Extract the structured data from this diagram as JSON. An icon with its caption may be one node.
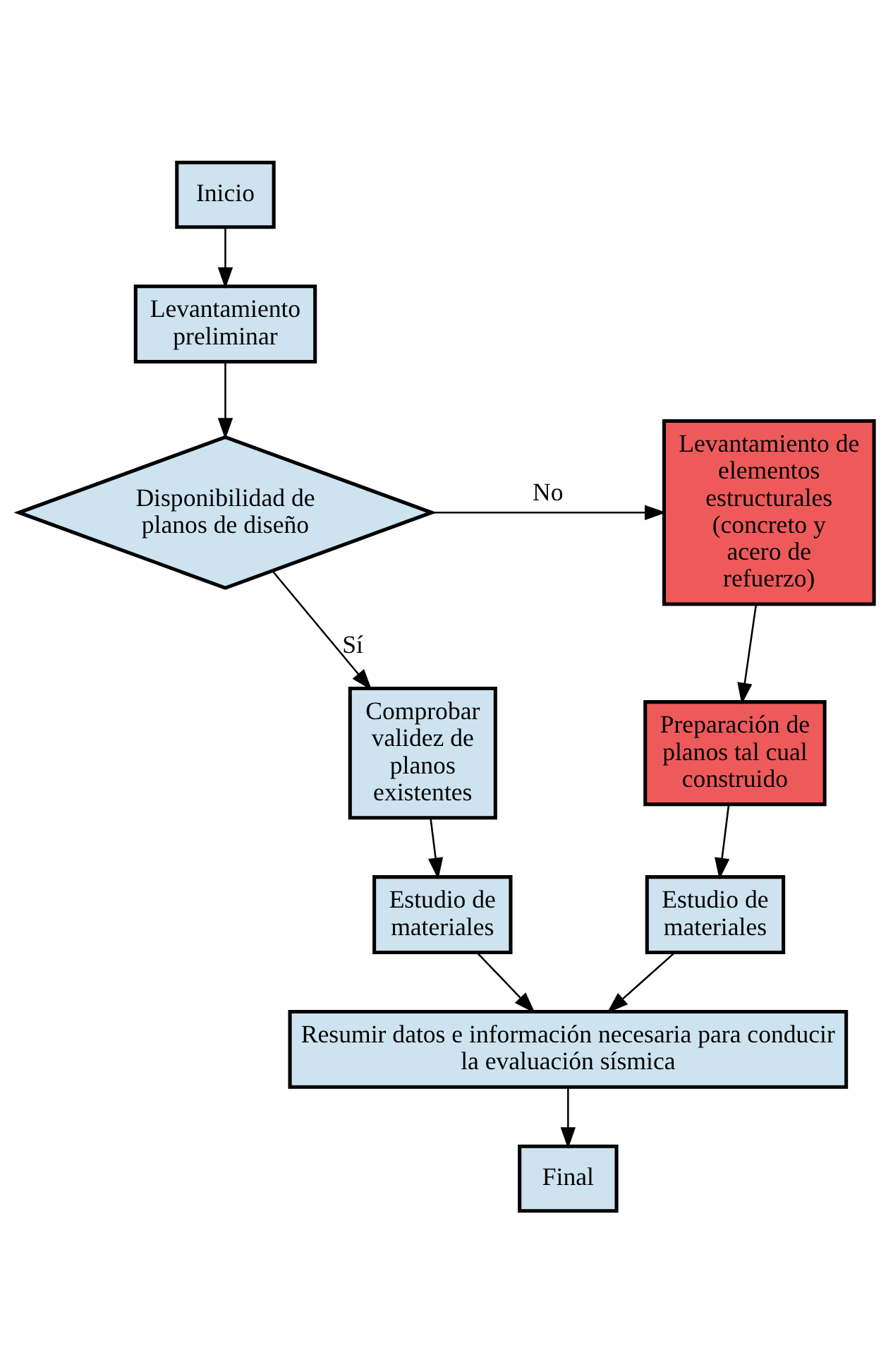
{
  "diagram": {
    "nodes": [
      {
        "text": [
          "Inicio"
        ]
      },
      {
        "text": [
          "Levantamiento preliminar"
        ]
      },
      {
        "text": [
          "Disponibilidad de planos de diseño"
        ]
      },
      {
        "text": [
          "Levantamiento de elementos estructurales (concreto y acero de refuerzo)"
        ]
      },
      {
        "text": [
          "Comprobar validez de planos existentes"
        ]
      },
      {
        "text": [
          "Preparación de planos tal cual construido"
        ]
      },
      {
        "text": [
          "Estudio de materiales"
        ]
      },
      {
        "text": [
          "Estudio de materiales"
        ]
      },
      {
        "text": [
          "Resumir datos e información necesaria para conducir la evaluación sísmica"
        ]
      },
      {
        "text": [
          "Final"
        ]
      }
    ],
    "edges": [
      {
        "from": 0,
        "to": 1,
        "arrow": "to"
      },
      {
        "from": 1,
        "to": 2,
        "arrow": "to"
      },
      {
        "from": 2,
        "to": 3,
        "arrow": "to",
        "label": "No"
      },
      {
        "from": 2,
        "to": 4,
        "arrow": "to",
        "label": "Sí"
      },
      {
        "from": 3,
        "to": 5,
        "arrow": "to"
      },
      {
        "from": 4,
        "to": 6,
        "arrow": "to"
      },
      {
        "from": 5,
        "to": 7,
        "arrow": "to"
      },
      {
        "from": 6,
        "to": 8,
        "arrow": "to"
      },
      {
        "from": 7,
        "to": 8,
        "arrow": "to"
      },
      {
        "from": 8,
        "to": 9,
        "arrow": "to"
      }
    ]
  }
}
